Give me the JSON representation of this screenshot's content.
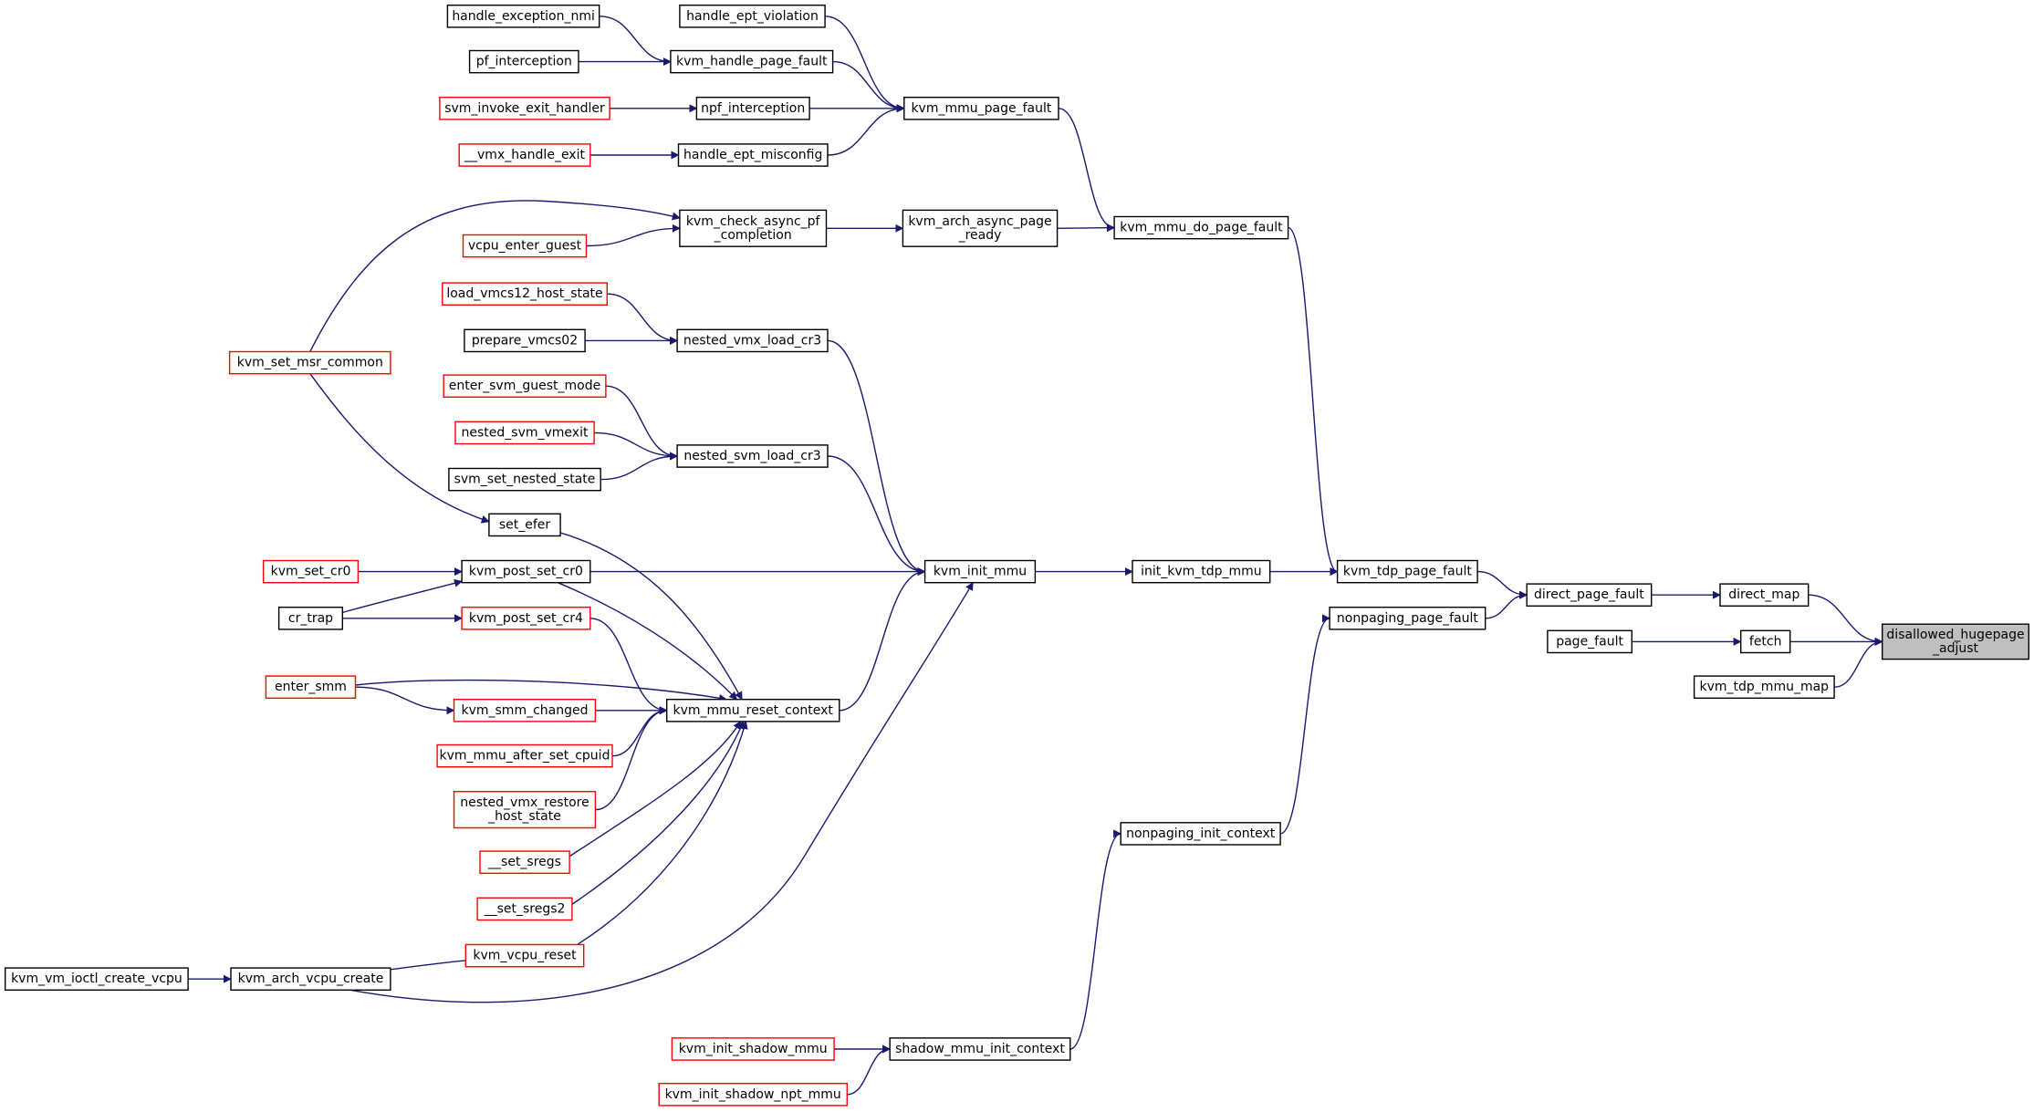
{
  "graph": {
    "title": "",
    "edge_color": "#191970",
    "root_fill": "#bfbfbf",
    "truncated_border": "#ff0000",
    "nodes": [
      {
        "id": "disallowed_hugepage_adjust",
        "lines": [
          "disallowed_hugepage",
          "_adjust"
        ],
        "style": "root"
      },
      {
        "id": "direct_map",
        "lines": [
          "direct_map"
        ],
        "style": "normal"
      },
      {
        "id": "fetch",
        "lines": [
          "fetch"
        ],
        "style": "normal"
      },
      {
        "id": "kvm_tdp_mmu_map",
        "lines": [
          "kvm_tdp_mmu_map"
        ],
        "style": "normal"
      },
      {
        "id": "direct_page_fault",
        "lines": [
          "direct_page_fault"
        ],
        "style": "normal"
      },
      {
        "id": "page_fault",
        "lines": [
          "page_fault"
        ],
        "style": "normal"
      },
      {
        "id": "kvm_tdp_page_fault",
        "lines": [
          "kvm_tdp_page_fault"
        ],
        "style": "normal"
      },
      {
        "id": "nonpaging_page_fault",
        "lines": [
          "nonpaging_page_fault"
        ],
        "style": "normal"
      },
      {
        "id": "kvm_mmu_do_page_fault",
        "lines": [
          "kvm_mmu_do_page_fault"
        ],
        "style": "normal"
      },
      {
        "id": "init_kvm_tdp_mmu",
        "lines": [
          "init_kvm_tdp_mmu"
        ],
        "style": "normal"
      },
      {
        "id": "nonpaging_init_context",
        "lines": [
          "nonpaging_init_context"
        ],
        "style": "normal"
      },
      {
        "id": "kvm_arch_async_page_ready",
        "lines": [
          "kvm_arch_async_page",
          "_ready"
        ],
        "style": "normal"
      },
      {
        "id": "kvm_mmu_page_fault",
        "lines": [
          "kvm_mmu_page_fault"
        ],
        "style": "normal"
      },
      {
        "id": "kvm_init_mmu",
        "lines": [
          "kvm_init_mmu"
        ],
        "style": "normal"
      },
      {
        "id": "shadow_mmu_init_context",
        "lines": [
          "shadow_mmu_init_context"
        ],
        "style": "normal"
      },
      {
        "id": "kvm_check_async_pf_completion",
        "lines": [
          "kvm_check_async_pf",
          "_completion"
        ],
        "style": "normal"
      },
      {
        "id": "handle_ept_violation",
        "lines": [
          "handle_ept_violation"
        ],
        "style": "normal"
      },
      {
        "id": "kvm_handle_page_fault",
        "lines": [
          "kvm_handle_page_fault"
        ],
        "style": "normal"
      },
      {
        "id": "npf_interception",
        "lines": [
          "npf_interception"
        ],
        "style": "normal"
      },
      {
        "id": "handle_ept_misconfig",
        "lines": [
          "handle_ept_misconfig"
        ],
        "style": "normal"
      },
      {
        "id": "nested_vmx_load_cr3",
        "lines": [
          "nested_vmx_load_cr3"
        ],
        "style": "normal"
      },
      {
        "id": "nested_svm_load_cr3",
        "lines": [
          "nested_svm_load_cr3"
        ],
        "style": "normal"
      },
      {
        "id": "kvm_post_set_cr0",
        "lines": [
          "kvm_post_set_cr0"
        ],
        "style": "normal"
      },
      {
        "id": "kvm_mmu_reset_context",
        "lines": [
          "kvm_mmu_reset_context"
        ],
        "style": "normal"
      },
      {
        "id": "kvm_arch_vcpu_create",
        "lines": [
          "kvm_arch_vcpu_create"
        ],
        "style": "normal"
      },
      {
        "id": "handle_exception_nmi",
        "lines": [
          "handle_exception_nmi"
        ],
        "style": "normal"
      },
      {
        "id": "pf_interception",
        "lines": [
          "pf_interception"
        ],
        "style": "normal"
      },
      {
        "id": "svm_invoke_exit_handler",
        "lines": [
          "svm_invoke_exit_handler"
        ],
        "style": "truncated"
      },
      {
        "id": "vmx_handle_exit",
        "lines": [
          "__vmx_handle_exit"
        ],
        "style": "truncated"
      },
      {
        "id": "vcpu_enter_guest",
        "lines": [
          "vcpu_enter_guest"
        ],
        "style": "truncated"
      },
      {
        "id": "load_vmcs12_host_state",
        "lines": [
          "load_vmcs12_host_state"
        ],
        "style": "truncated"
      },
      {
        "id": "prepare_vmcs02",
        "lines": [
          "prepare_vmcs02"
        ],
        "style": "normal"
      },
      {
        "id": "enter_svm_guest_mode",
        "lines": [
          "enter_svm_guest_mode"
        ],
        "style": "truncated"
      },
      {
        "id": "nested_svm_vmexit",
        "lines": [
          "nested_svm_vmexit"
        ],
        "style": "truncated"
      },
      {
        "id": "svm_set_nested_state",
        "lines": [
          "svm_set_nested_state"
        ],
        "style": "normal"
      },
      {
        "id": "set_efer",
        "lines": [
          "set_efer"
        ],
        "style": "normal"
      },
      {
        "id": "kvm_post_set_cr4",
        "lines": [
          "kvm_post_set_cr4"
        ],
        "style": "truncated"
      },
      {
        "id": "kvm_smm_changed",
        "lines": [
          "kvm_smm_changed"
        ],
        "style": "truncated"
      },
      {
        "id": "kvm_mmu_after_set_cpuid",
        "lines": [
          "kvm_mmu_after_set_cpuid"
        ],
        "style": "truncated"
      },
      {
        "id": "nested_vmx_restore_host_state",
        "lines": [
          "nested_vmx_restore",
          "_host_state"
        ],
        "style": "truncated"
      },
      {
        "id": "set_sregs",
        "lines": [
          "__set_sregs"
        ],
        "style": "truncated"
      },
      {
        "id": "set_sregs2",
        "lines": [
          "__set_sregs2"
        ],
        "style": "truncated"
      },
      {
        "id": "kvm_vcpu_reset",
        "lines": [
          "kvm_vcpu_reset"
        ],
        "style": "truncated"
      },
      {
        "id": "kvm_init_shadow_mmu",
        "lines": [
          "kvm_init_shadow_mmu"
        ],
        "style": "truncated"
      },
      {
        "id": "kvm_init_shadow_npt_mmu",
        "lines": [
          "kvm_init_shadow_npt_mmu"
        ],
        "style": "truncated"
      },
      {
        "id": "kvm_set_msr_common",
        "lines": [
          "kvm_set_msr_common"
        ],
        "style": "truncated"
      },
      {
        "id": "kvm_set_cr0",
        "lines": [
          "kvm_set_cr0"
        ],
        "style": "truncated"
      },
      {
        "id": "cr_trap",
        "lines": [
          "cr_trap"
        ],
        "style": "normal"
      },
      {
        "id": "enter_smm",
        "lines": [
          "enter_smm"
        ],
        "style": "truncated"
      },
      {
        "id": "kvm_vm_ioctl_create_vcpu",
        "lines": [
          "kvm_vm_ioctl_create_vcpu"
        ],
        "style": "normal"
      }
    ],
    "edges": [
      [
        "direct_map",
        "disallowed_hugepage_adjust"
      ],
      [
        "fetch",
        "disallowed_hugepage_adjust"
      ],
      [
        "kvm_tdp_mmu_map",
        "disallowed_hugepage_adjust"
      ],
      [
        "direct_page_fault",
        "direct_map"
      ],
      [
        "page_fault",
        "fetch"
      ],
      [
        "kvm_tdp_page_fault",
        "direct_page_fault"
      ],
      [
        "nonpaging_page_fault",
        "direct_page_fault"
      ],
      [
        "kvm_mmu_do_page_fault",
        "kvm_tdp_page_fault"
      ],
      [
        "init_kvm_tdp_mmu",
        "kvm_tdp_page_fault"
      ],
      [
        "nonpaging_init_context",
        "nonpaging_page_fault"
      ],
      [
        "kvm_arch_async_page_ready",
        "kvm_mmu_do_page_fault"
      ],
      [
        "kvm_mmu_page_fault",
        "kvm_mmu_do_page_fault"
      ],
      [
        "kvm_init_mmu",
        "init_kvm_tdp_mmu"
      ],
      [
        "shadow_mmu_init_context",
        "nonpaging_init_context"
      ],
      [
        "kvm_check_async_pf_completion",
        "kvm_arch_async_page_ready"
      ],
      [
        "handle_ept_violation",
        "kvm_mmu_page_fault"
      ],
      [
        "kvm_handle_page_fault",
        "kvm_mmu_page_fault"
      ],
      [
        "npf_interception",
        "kvm_mmu_page_fault"
      ],
      [
        "handle_ept_misconfig",
        "kvm_mmu_page_fault"
      ],
      [
        "nested_vmx_load_cr3",
        "kvm_init_mmu"
      ],
      [
        "nested_svm_load_cr3",
        "kvm_init_mmu"
      ],
      [
        "kvm_post_set_cr0",
        "kvm_init_mmu"
      ],
      [
        "kvm_mmu_reset_context",
        "kvm_init_mmu"
      ],
      [
        "kvm_arch_vcpu_create",
        "kvm_init_mmu"
      ],
      [
        "kvm_init_shadow_mmu",
        "shadow_mmu_init_context"
      ],
      [
        "kvm_init_shadow_npt_mmu",
        "shadow_mmu_init_context"
      ],
      [
        "kvm_set_msr_common",
        "kvm_check_async_pf_completion"
      ],
      [
        "vcpu_enter_guest",
        "kvm_check_async_pf_completion"
      ],
      [
        "handle_exception_nmi",
        "kvm_handle_page_fault"
      ],
      [
        "pf_interception",
        "kvm_handle_page_fault"
      ],
      [
        "svm_invoke_exit_handler",
        "npf_interception"
      ],
      [
        "vmx_handle_exit",
        "handle_ept_misconfig"
      ],
      [
        "load_vmcs12_host_state",
        "nested_vmx_load_cr3"
      ],
      [
        "prepare_vmcs02",
        "nested_vmx_load_cr3"
      ],
      [
        "enter_svm_guest_mode",
        "nested_svm_load_cr3"
      ],
      [
        "nested_svm_vmexit",
        "nested_svm_load_cr3"
      ],
      [
        "svm_set_nested_state",
        "nested_svm_load_cr3"
      ],
      [
        "kvm_set_cr0",
        "kvm_post_set_cr0"
      ],
      [
        "cr_trap",
        "kvm_post_set_cr0"
      ],
      [
        "kvm_post_set_cr0",
        "kvm_mmu_reset_context"
      ],
      [
        "set_efer",
        "kvm_mmu_reset_context"
      ],
      [
        "kvm_post_set_cr4",
        "kvm_mmu_reset_context"
      ],
      [
        "enter_smm",
        "kvm_mmu_reset_context"
      ],
      [
        "kvm_smm_changed",
        "kvm_mmu_reset_context"
      ],
      [
        "kvm_mmu_after_set_cpuid",
        "kvm_mmu_reset_context"
      ],
      [
        "nested_vmx_restore_host_state",
        "kvm_mmu_reset_context"
      ],
      [
        "set_sregs",
        "kvm_mmu_reset_context"
      ],
      [
        "set_sregs2",
        "kvm_mmu_reset_context"
      ],
      [
        "kvm_vcpu_reset",
        "kvm_mmu_reset_context"
      ],
      [
        "kvm_set_msr_common",
        "set_efer"
      ],
      [
        "cr_trap",
        "kvm_post_set_cr4"
      ],
      [
        "enter_smm",
        "kvm_smm_changed"
      ],
      [
        "kvm_vcpu_reset",
        "kvm_arch_vcpu_create"
      ],
      [
        "kvm_vm_ioctl_create_vcpu",
        "kvm_arch_vcpu_create"
      ]
    ]
  }
}
